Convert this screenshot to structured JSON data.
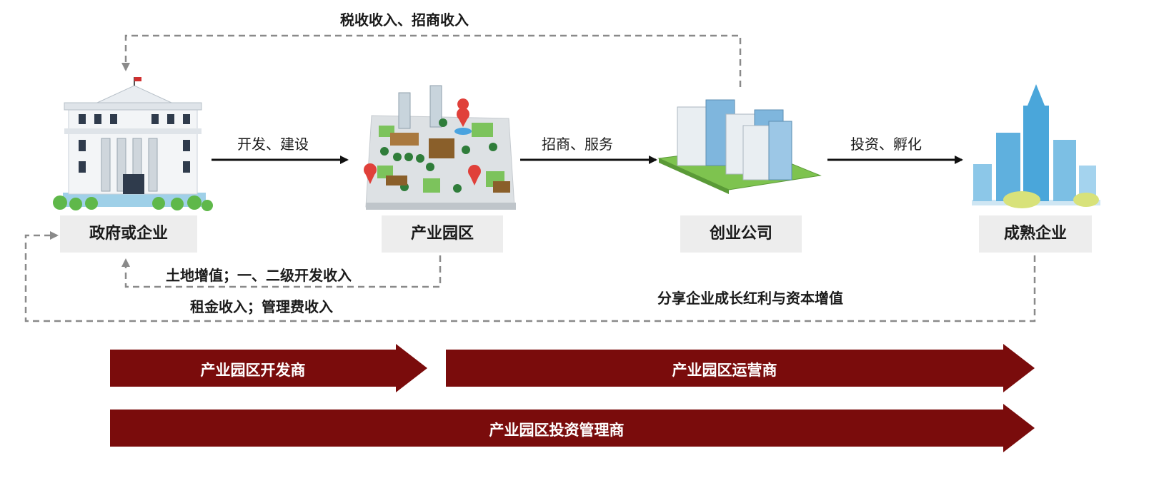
{
  "nodes": {
    "government": "政府或企业",
    "park": "产业园区",
    "startup": "创业公司",
    "mature": "成熟企业"
  },
  "edges": {
    "develop_build": "开发、建设",
    "invest_service": "招商、服务",
    "invest_incubate": "投资、孵化",
    "tax_income": "税收收入、招商收入",
    "land_income": "土地增值；一、二级开发收入",
    "rent_income": "租金收入；管理费收入",
    "share_growth": "分享企业成长红利与资本增值"
  },
  "roles": {
    "developer": "产业园区开发商",
    "operator": "产业园区运营商",
    "investment_manager": "产业园区投资管理商"
  },
  "colors": {
    "band": "#7a0c0c",
    "label_bg": "#ededed",
    "dashed": "#8a8a8a",
    "arrow": "#111111"
  }
}
